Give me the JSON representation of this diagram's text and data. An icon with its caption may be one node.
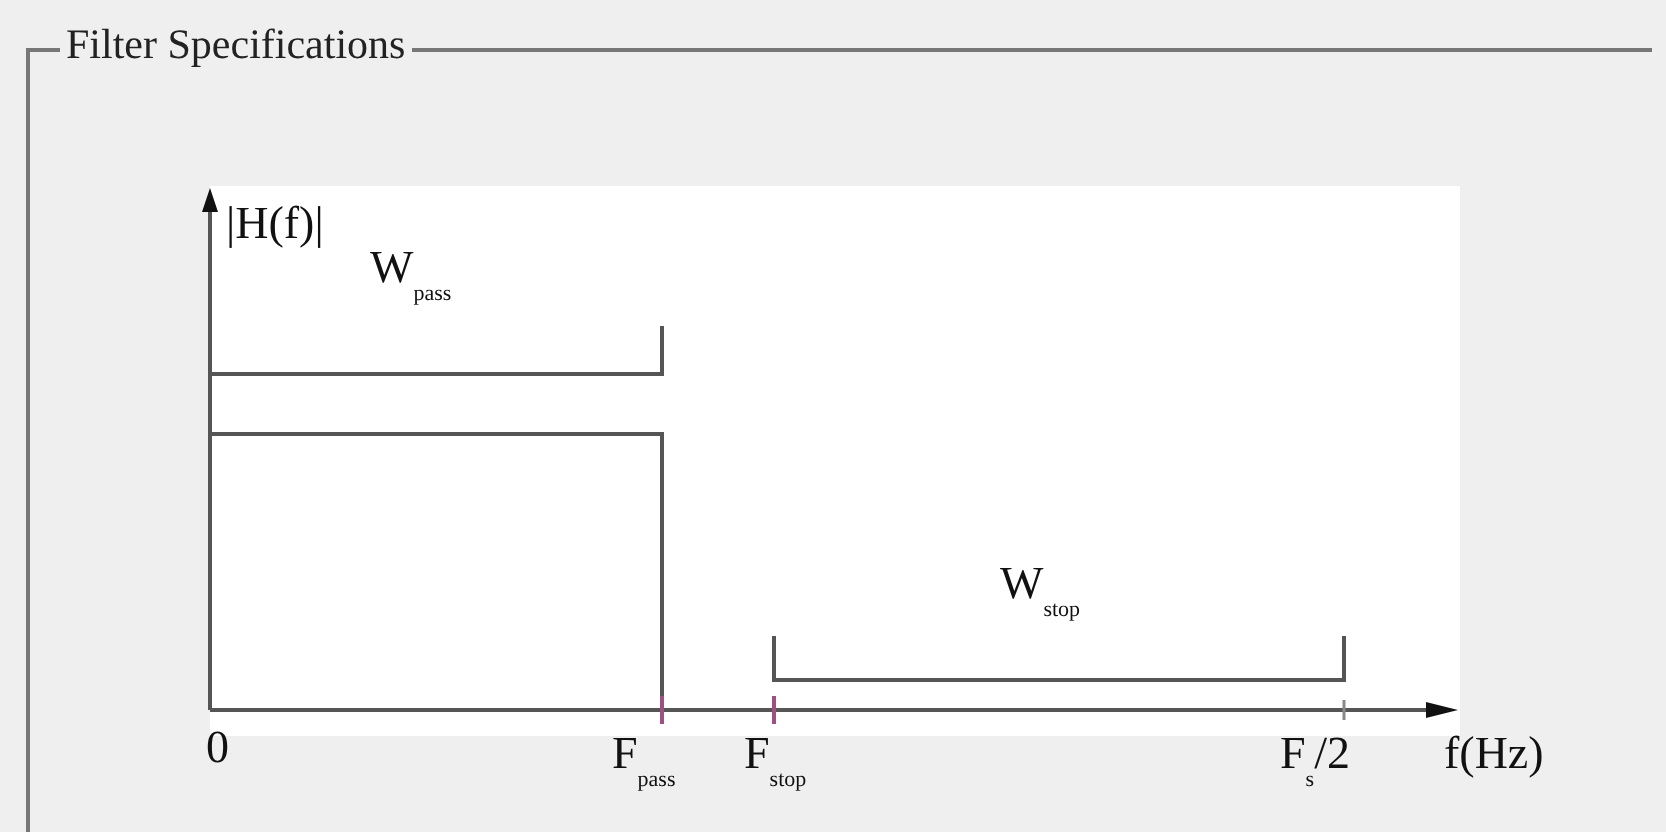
{
  "diagram": {
    "title": "Filter Specifications",
    "labels": [
      "|H(f)|",
      "W$_{pass}$",
      "W$_{stop}$",
      "0",
      "F$_{pass}$",
      "F$_{stop}$",
      "F$_{s}$/2",
      "f(Hz)"
    ]
  }
}
